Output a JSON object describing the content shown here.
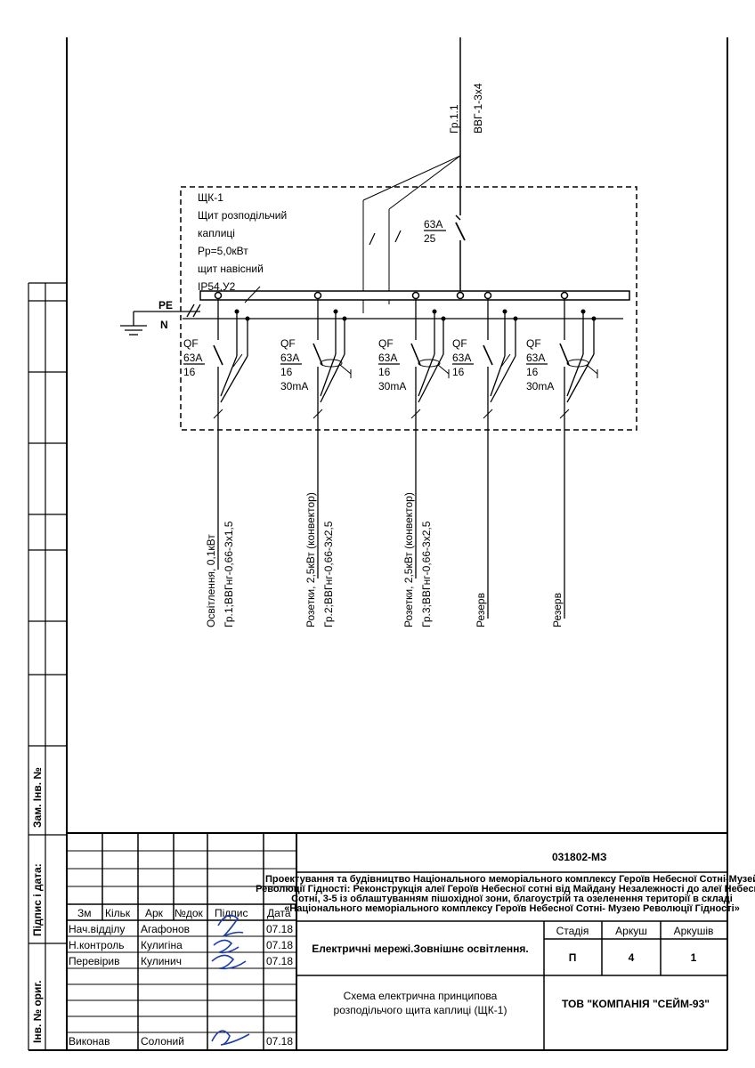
{
  "feeder": {
    "group": "Гр.1.1",
    "cable": "ВВГ-1-3х4"
  },
  "panel": {
    "lines": [
      "ЩК-1",
      "Щит розподільчий",
      "каплиці",
      "Рр=5,0кВт",
      "щит навісний",
      "IP54,У2"
    ],
    "main_breaker": {
      "rating": "63А",
      "setting": "25"
    },
    "bus_pe": "PE",
    "bus_n": "N"
  },
  "breakers": [
    {
      "type": "QF",
      "rating": "63А",
      "setting": "16",
      "rcd": ""
    },
    {
      "type": "QF",
      "rating": "63А",
      "setting": "16",
      "rcd": "30mA"
    },
    {
      "type": "QF",
      "rating": "63А",
      "setting": "16",
      "rcd": "30mA"
    },
    {
      "type": "QF",
      "rating": "63А",
      "setting": "16",
      "rcd": ""
    },
    {
      "type": "QF",
      "rating": "63А",
      "setting": "16",
      "rcd": "30mA"
    }
  ],
  "outputs": [
    {
      "line1": "Освітлення, 0,1кВт",
      "line2": "Гр.1;ВВГнг-0,66-3х1,5"
    },
    {
      "line1": "Розетки, 2,5кВт (конвектор)",
      "line2": "Гр.2;ВВГнг-0,66-3х2,5"
    },
    {
      "line1": "Розетки, 2,5кВт (конвектор)",
      "line2": "Гр.3;ВВГнг-0,66-3х2,5"
    },
    {
      "line1": "Резерв",
      "line2": ""
    },
    {
      "line1": "Резерв",
      "line2": ""
    }
  ],
  "left_margin": {
    "zam_inv": "Зам. Інв. №",
    "signature_date": "Підпис і дата:",
    "inv_orig": "Інв. № ориг."
  },
  "title_block": {
    "code": "031802-МЗ",
    "project": [
      "Проектування та будівництво Національного меморіального комплексу Героїв Небесної Сотні-Музей",
      "Революції Гідності: Реконструкція алеї  Героїв Небесної сотні від Майдану Незалежності до алеї Небесної",
      "Сотні, 3-5 із облаштуванням пішохідної зони, благоустрій та озеленення території в складі",
      "«Національного меморіального комплексу Героїв Небесної Сотні- Музею Революції Гідності»"
    ],
    "headers": [
      "Зм",
      "Кільк",
      "Арк",
      "№док",
      "Підпис",
      "Дата"
    ],
    "rows": [
      {
        "role": "Нач.відділу",
        "name": "Агафонов",
        "date": "07.18"
      },
      {
        "role": "Н.контроль",
        "name": "Кулигіна",
        "date": "07.18"
      },
      {
        "role": "Перевірив",
        "name": "Кулинич",
        "date": "07.18"
      },
      {
        "role": "Виконав",
        "name": "Солоний",
        "date": "07.18"
      }
    ],
    "section_title": "Електричні мережі.Зовнішнє освітлення.",
    "stage_label": "Стадія",
    "sheet_label": "Аркуш",
    "sheets_label": "Аркушів",
    "stage": "П",
    "sheet": "4",
    "sheets": "1",
    "drawing_title": [
      "Схема електрична принципова",
      "розподільчого щита каплиці (ЩК-1)"
    ],
    "company": "ТОВ \"КОМПАНІЯ \"СЕЙМ-93\""
  }
}
